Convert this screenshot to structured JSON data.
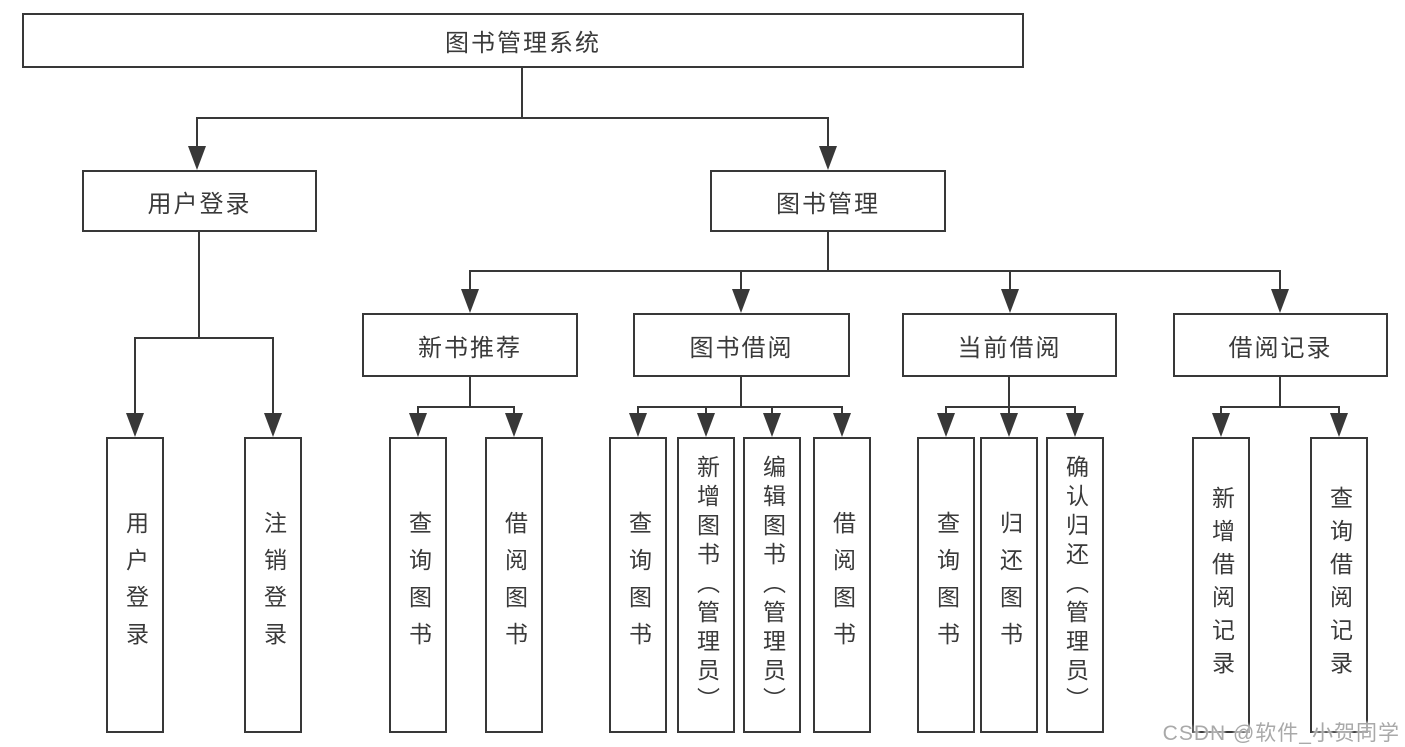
{
  "diagram": {
    "root": {
      "label": "图书管理系统"
    },
    "level2": [
      {
        "label": "用户登录"
      },
      {
        "label": "图书管理"
      }
    ],
    "level3": [
      {
        "label": "新书推荐",
        "parent": "图书管理"
      },
      {
        "label": "图书借阅",
        "parent": "图书管理"
      },
      {
        "label": "当前借阅",
        "parent": "图书管理"
      },
      {
        "label": "借阅记录",
        "parent": "图书管理"
      }
    ],
    "leaves": [
      {
        "label": "用户登录",
        "parent": "用户登录"
      },
      {
        "label": "注销登录",
        "parent": "用户登录"
      },
      {
        "label": "查询图书",
        "parent": "新书推荐"
      },
      {
        "label": "借阅图书",
        "parent": "新书推荐"
      },
      {
        "label": "查询图书",
        "parent": "图书借阅"
      },
      {
        "label": "新增图书（管理员）",
        "parent": "图书借阅"
      },
      {
        "label": "编辑图书（管理员）",
        "parent": "图书借阅"
      },
      {
        "label": "借阅图书",
        "parent": "图书借阅"
      },
      {
        "label": "查询图书",
        "parent": "当前借阅"
      },
      {
        "label": "归还图书",
        "parent": "当前借阅"
      },
      {
        "label": "确认归还（管理员）",
        "parent": "当前借阅"
      },
      {
        "label": "新增借阅记录",
        "parent": "借阅记录"
      },
      {
        "label": "查询借阅记录",
        "parent": "借阅记录"
      }
    ]
  },
  "watermark": {
    "text": "CSDN @软件_小贺同学"
  },
  "colors": {
    "line": "#383838",
    "text": "#3a3a3a",
    "background": "#ffffff",
    "watermark": "#a9a9a9"
  }
}
